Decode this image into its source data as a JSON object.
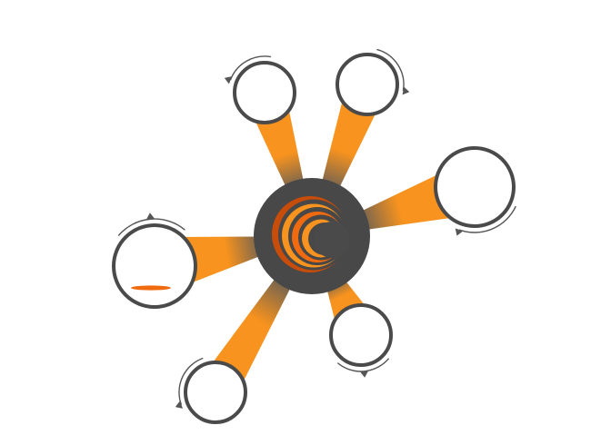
{
  "colors": {
    "background": "#ffffff",
    "hub_outer": "#484848",
    "hub_core": "#4a4a4a",
    "ring": "#4a4a4a",
    "arc": "#555555",
    "spoke_start": "#f7931e",
    "spoke_end": "#5a5a5a",
    "accent_light": "#f7931e",
    "accent_mid": "#f06a0f",
    "accent_dark": "#c84c0a",
    "node_fill": "#ffffff"
  },
  "hub": {
    "icon": "concentric-swirl-icon",
    "swirl_rings": 4
  },
  "nodes": [
    {
      "id": "top-left",
      "icon": "empty-circle",
      "label": ""
    },
    {
      "id": "top",
      "icon": "empty-circle",
      "label": ""
    },
    {
      "id": "right",
      "icon": "empty-circle",
      "label": ""
    },
    {
      "id": "left",
      "icon": "empty-circle",
      "label": ""
    },
    {
      "id": "bottom-right",
      "icon": "empty-circle",
      "label": ""
    },
    {
      "id": "bottom-left",
      "icon": "empty-circle",
      "label": ""
    }
  ]
}
